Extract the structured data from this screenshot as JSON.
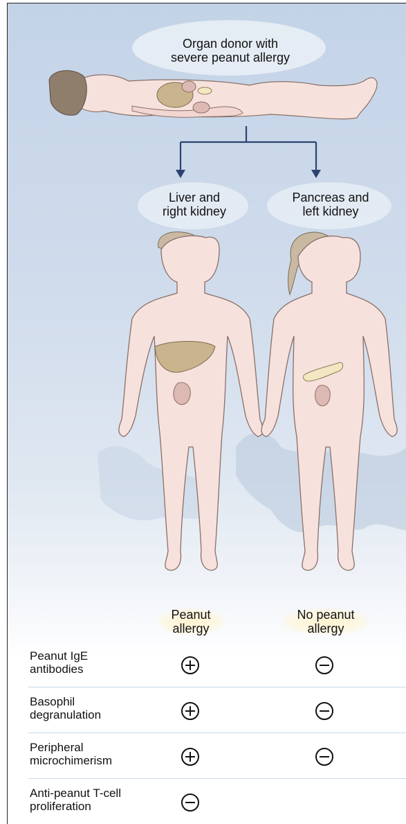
{
  "donor": {
    "line1": "Organ donor with",
    "line2": "severe peanut allergy"
  },
  "recipients": [
    {
      "organs_line1": "Liver and",
      "organs_line2": "right kidney",
      "status_line1": "Peanut",
      "status_line2": "allergy"
    },
    {
      "organs_line1": "Pancreas and",
      "organs_line2": "left kidney",
      "status_line1": "No peanut",
      "status_line2": "allergy"
    }
  ],
  "findings": [
    {
      "line1": "Peanut IgE",
      "line2": "antibodies",
      "results": [
        "plus",
        "minus"
      ]
    },
    {
      "line1": "Basophil",
      "line2": "degranulation",
      "results": [
        "plus",
        "minus"
      ]
    },
    {
      "line1": "Peripheral",
      "line2": "microchimerism",
      "results": [
        "plus",
        "minus"
      ]
    },
    {
      "line1": "Anti-peanut T-cell",
      "line2": "proliferation",
      "results": [
        "minus"
      ]
    }
  ],
  "colors": {
    "skin": "#f6e1dd",
    "skin_outline": "#8a6f66",
    "hair": "#c9b9a3",
    "liver": "#c9b48e",
    "kidney": "#dcb9b2",
    "pancreas": "#f3e7c2",
    "arrow": "#2c4370"
  }
}
